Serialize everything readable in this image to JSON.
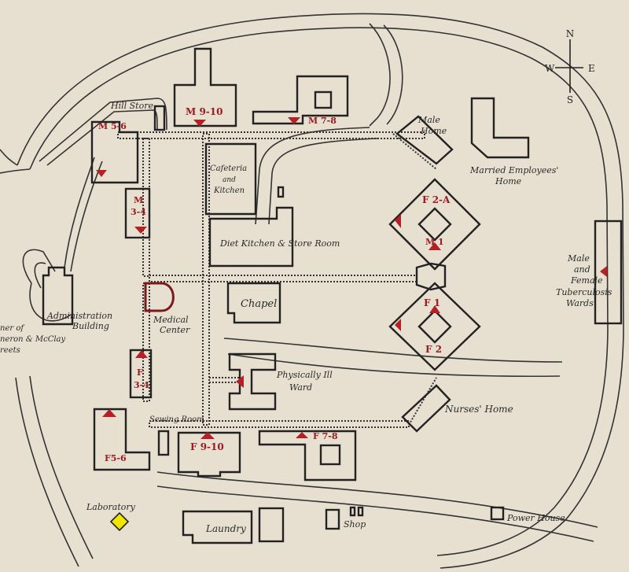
{
  "compass": {
    "n": "N",
    "s": "S",
    "e": "E",
    "w": "W"
  },
  "wards": {
    "m56": "M 5-6",
    "m910": "M 9-10",
    "m78": "M 7-8",
    "m34a": "M",
    "m34b": "3-4",
    "f2a": "F 2-A",
    "m1": "M 1",
    "f1": "F 1",
    "f2": "F 2",
    "f34a": "F",
    "f34b": "3-4",
    "f56": "F5-6",
    "f910": "F 9-10",
    "f78": "F 7-8"
  },
  "labels": {
    "hill_store": "Hill Store",
    "cafeteria_1": "Cafeteria",
    "cafeteria_2": "and",
    "cafeteria_3": "Kitchen",
    "diet_kitchen": "Diet Kitchen & Store Room",
    "male_home_1": "Male",
    "male_home_2": "Home",
    "married_1": "Married Employees'",
    "married_2": "Home",
    "tb_1": "Male",
    "tb_2": "and",
    "tb_3": "Female",
    "tb_4": "Tuberculosis",
    "tb_5": "Wards",
    "admin_1": "Administration",
    "admin_2": "Building",
    "corner_1": "ner of",
    "corner_2": "neron & McClay",
    "corner_3": "reets",
    "medical_1": "Medical",
    "medical_2": "Center",
    "chapel": "Chapel",
    "phys_1": "Physically Ill",
    "phys_2": "Ward",
    "nurses": "Nurses' Home",
    "sewing": "Sewing Room",
    "laboratory": "Laboratory",
    "laundry": "Laundry",
    "shop": "Shop",
    "power_house": "Power House"
  },
  "colors": {
    "paper": "#e7e0d0",
    "ink": "#222222",
    "ward_marker": "#b51f26",
    "lab_marker": "#f2e600"
  }
}
